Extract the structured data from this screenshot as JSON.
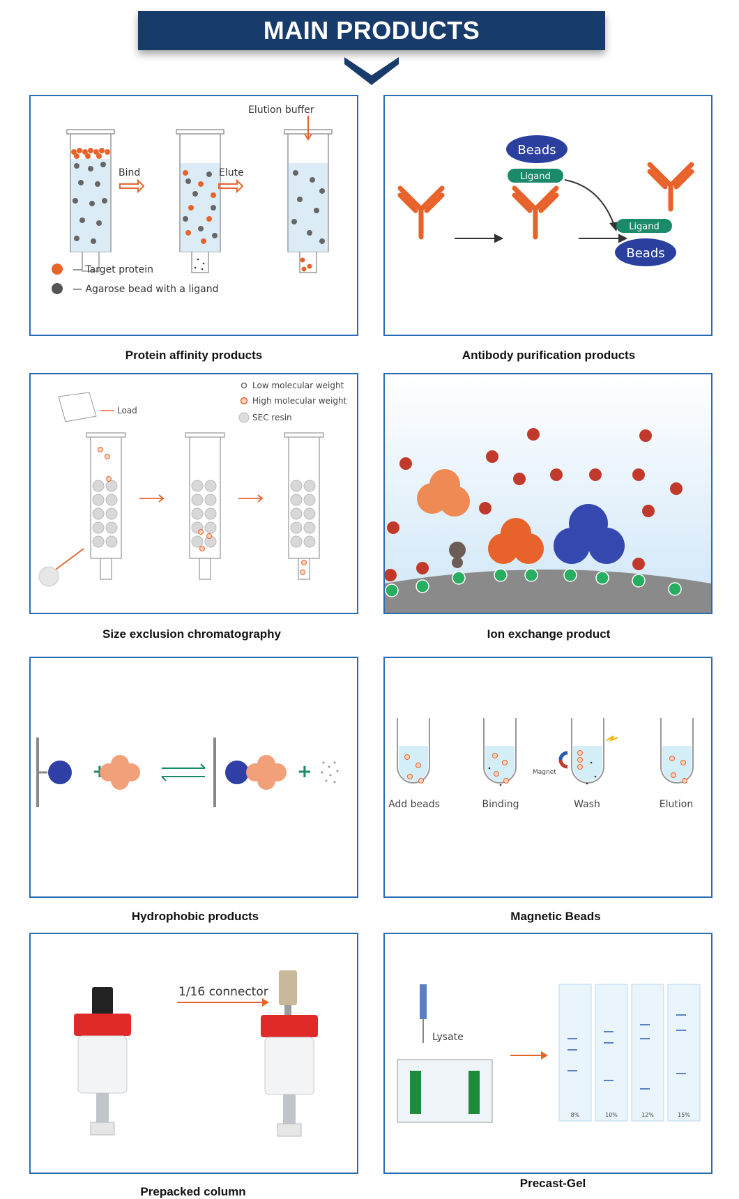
{
  "header": {
    "title": "MAIN PRODUCTS"
  },
  "products": [
    {
      "caption": "Protein affinity products",
      "diagram": {
        "elution_buffer": "Elution buffer",
        "bind": "Bind",
        "elute": "Elute",
        "legend_target": "— Target protein",
        "legend_bead": "— Agarose bead with a ligand"
      }
    },
    {
      "caption": "Antibody purification products",
      "diagram": {
        "beads": "Beads",
        "ligand": "Ligand"
      }
    },
    {
      "caption": "Size exclusion chromatography",
      "diagram": {
        "load": "Load",
        "low_mw": "Low molecular weight",
        "high_mw": "High molecular weight",
        "sec_resin": "SEC resin"
      }
    },
    {
      "caption": "Ion exchange product",
      "diagram": {}
    },
    {
      "caption": "Hydrophobic products",
      "diagram": {}
    },
    {
      "caption": "Magnetic Beads",
      "diagram": {
        "steps": [
          "Add beads",
          "Binding",
          "Wash",
          "Elution"
        ],
        "magnet": "Magnet"
      }
    },
    {
      "caption": "Prepacked column",
      "diagram": {
        "connector": "1/16 connector"
      }
    },
    {
      "caption": "Precast-Gel",
      "diagram": {
        "lysate": "Lysate",
        "gel_percentages": [
          "8%",
          "10%",
          "12%",
          "15%"
        ]
      }
    }
  ],
  "colors": {
    "banner": "#173c6b",
    "panel_border": "#2a6cb3",
    "accent_orange": "#e8632b",
    "ligand_green": "#1a8a6a",
    "beads_blue": "#2a3f9e"
  }
}
